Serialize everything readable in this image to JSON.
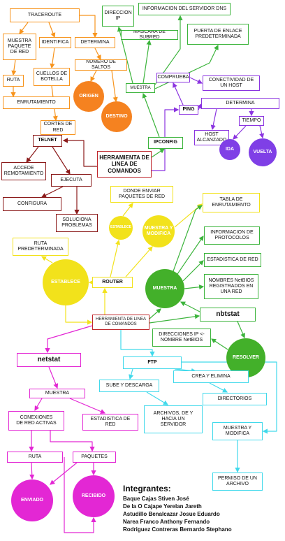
{
  "colors": {
    "orange": "#f7941d",
    "orange-circle": "#f58220",
    "darkred": "#8b1a1a",
    "red": "#c0282d",
    "green": "#3cb43c",
    "green-circle": "#43b02a",
    "purple": "#8b34e0",
    "purple-circle": "#7f3fe6",
    "yellow": "#f2e21b",
    "cyan": "#41d9eb",
    "magenta": "#e327d4"
  },
  "traceroute": {
    "tool": "TRACEROUTE",
    "shows": "MUESTRA\nPAQUETE\nDE RED",
    "identifies": "IDENTIFICA",
    "determines": "DETERMINA",
    "route": "RUTA",
    "bottlenecks": "CUELLOS DE\nBOTELLA",
    "hop_count": "NUMERO DE SALTOS",
    "origin": "ORIGEN",
    "destination": "DESTINO",
    "routing": "ENRUTAMIENTO",
    "network_cuts": "CORTES DE\nRED"
  },
  "telnet": {
    "tool": "TELNET",
    "remote_access": "ACCEDE\nREMOTAMIENTO",
    "executes": "EJECUTA",
    "configures": "CONFIGURA",
    "solves": "SOLUCIONA\nPROBLEMAS"
  },
  "central_tool": "HERRAMIENTA DE\nLINEA DE\nCOMANDOS",
  "ipconfig": {
    "tool": "IPCONFIG",
    "shows": "MUESTRA",
    "ip_address": "DIRECCION\nIP",
    "dns_info": "INFORMACION DEL SERVIDOR DNS",
    "subnet_mask": "MASCARA DE SUBRED",
    "default_gateway": "PUERTA DE ENLACE\nPREDETERMINADA"
  },
  "ping": {
    "tool": "PING",
    "checks": "COMPRUEBA",
    "host_connectivity": "CONECTIVIDAD DE\nUN HOST",
    "determines": "DETERMINA",
    "time": "TIEMPO",
    "host_reached": "HOST\nALCANZADO",
    "outbound": "IDA",
    "return": "VUELTA"
  },
  "router": {
    "tool": "ROUTER",
    "sets_large": "ESTABLECE",
    "sets_small": "ESTABLECE",
    "where_to_send": "DONDE ENVIAR\nPAQUETES DE RED",
    "shows_modifies": "MUESTRA Y\nMODIFICA",
    "default_route": "RUTA\nPREDETERMINADA"
  },
  "route_table": "TABLA DE\nENRUTAMIENTO",
  "nbtstat": {
    "tool": "nbtstat",
    "shows": "MUESTRA",
    "protocol_info": "INFORMACION DE\nPROTOCOLOS",
    "net_stats": "ESTADISTICA DE RED",
    "netbios_names": "NOMBRES NetBIOS\nREGISTRADOS EN\nUNA RED",
    "resolve": "RESOLVER",
    "ip_netbios": "DIRECCIONES IP <-\nNOMBRE NetBIOS"
  },
  "secondary_tool": "HERRAMIENTA DE LINEA\nDE COMANDOS",
  "ftp": {
    "tool": "FTP",
    "create_delete": "CREA Y ELIMINA",
    "upload_download": "SUBE Y DESCARGA",
    "directories": "DIRECTORIOS",
    "files": "ARCHIVOS, DE Y\nHACIA UN\nSERVIDOR",
    "shows_modifies": "MUESTRA Y\nMODIFICA",
    "file_permission": "PERMISO DE UN\nARCHIVO"
  },
  "netstat": {
    "tool": "netstat",
    "shows": "MUESTRA",
    "active_connections": "CONEXIONES\nDE RED ACTIVAS",
    "net_stats": "ESTADISTICA DE\nRED",
    "route": "RUTA",
    "packets": "PAQUETES",
    "sent": "ENVIADO",
    "received": "RECIBIDO"
  },
  "team": {
    "heading": "Integrantes:",
    "members": [
      "Baque Cajas Stiven José",
      "De la O Cajape Yerelan Jareth",
      "Astudillo Benalcazar Josue Eduardo",
      "Narea Franco Anthony Fernando",
      "Rodriguez Contreras Bernardo Stephano"
    ]
  }
}
